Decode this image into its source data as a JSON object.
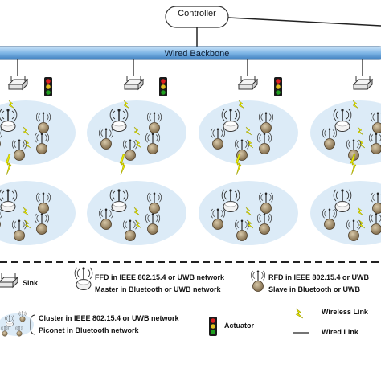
{
  "controller": {
    "label": "Controller"
  },
  "backbone": {
    "label": "Wired Backbone",
    "color": "#7fb6e6"
  },
  "legend": {
    "sink": "Sink",
    "ffd_line1": "FFD in IEEE 802.15.4 or UWB network",
    "ffd_line2": "Master in Bluetooth or UWB network",
    "rfd_line1": "RFD in IEEE 802.15.4 or UWB",
    "rfd_line2": "Slave in Bluetooth or UWB",
    "cluster_line1": "Cluster in IEEE 802.15.4 or UWB network",
    "cluster_line2": "Piconet in Bluetooth network",
    "actuator": "Actuator",
    "wireless_link": "Wireless Link",
    "wired_link": "Wired Link"
  },
  "colors": {
    "cluster_fill": "#dcebf7",
    "lightning": "#e8e800",
    "rfd_node": "#a08a6a",
    "traffic_light_red": "#e02020"
  }
}
